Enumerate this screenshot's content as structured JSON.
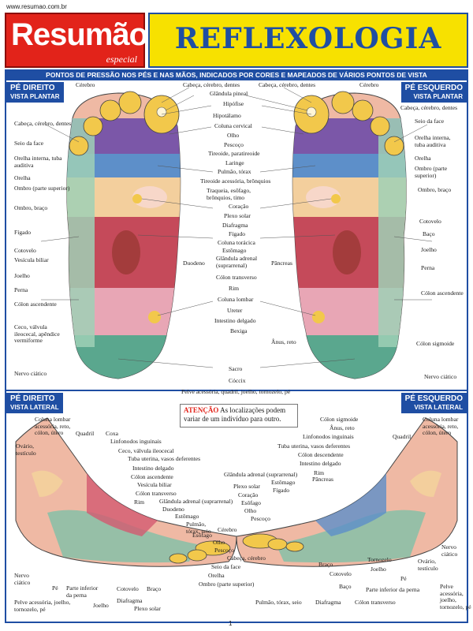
{
  "site_url": "www.resumao.com.br",
  "brand": {
    "name": "Resumão",
    "edition": "especial"
  },
  "title": "REFLEXOLOGIA",
  "subtitle": "PONTOS DE PRESSÃO NOS PÉS E NAS MÃOS, INDICADOS POR CORES E MAPEADOS DE VÁRIOS PONTOS DE VISTA",
  "views": {
    "right_plantar": {
      "side": "PÉ DIREITO",
      "view": "VISTA PLANTAR"
    },
    "left_plantar": {
      "side": "PÉ ESQUERDO",
      "view": "VISTA PLANTAR"
    },
    "right_lateral": {
      "side": "PÉ DIREITO",
      "view": "VISTA LATERAL"
    },
    "left_lateral": {
      "side": "PÉ ESQUERDO",
      "view": "VISTA LATERAL"
    }
  },
  "attention": {
    "label": "ATENÇÃO",
    "text": "As localizações podem variar de um indivíduo para outro."
  },
  "page_number": "1",
  "labels": {
    "plantar_right_side": [
      "Cérebro",
      "Cabeça, cérebro, dentes",
      "Seio da face",
      "Orelha interna, tuba auditiva",
      "Orelha",
      "Ombro (parte superior)",
      "Ombro, braço",
      "Fígado",
      "Cotovelo",
      "Vesícula biliar",
      "Joelho",
      "Perna",
      "Cólon ascendente",
      "Ceco, válvula ileocecal, apêndice vermiforme",
      "Nervo ciático"
    ],
    "plantar_center": [
      "Cabeça, cérebro, dentes",
      "Glândula pineal",
      "Hipófise",
      "Hipotálamo",
      "Coluna cervical",
      "Olho",
      "Pescoço",
      "Tireoide, paratireoide",
      "Laringe",
      "Pulmão, tórax",
      "Tireoide acessória, brônquios",
      "Traqueia, esôfago, brônquios, timo",
      "Coração",
      "Plexo solar",
      "Diafragma",
      "Fígado",
      "Coluna torácica",
      "Estômago",
      "Glândula adrenal (suprarrenal)",
      "Duodeno",
      "Pâncreas",
      "Cólon transverso",
      "Rim",
      "Coluna lombar",
      "Ureter",
      "Intestino delgado",
      "Bexiga",
      "Ânus, reto",
      "Sacro",
      "Cóccix",
      "Pelve acessória, quadril, joelho, tornozelo, pé"
    ],
    "plantar_left_side": [
      "Cabeça, cérebro, dentes",
      "Cérebro",
      "Cabeça, cérebro, dentes",
      "Seio da face",
      "Orelha interna, tuba auditiva",
      "Orelha",
      "Ombro (parte superior)",
      "Ombro, braço",
      "Cotovelo",
      "Baço",
      "Joelho",
      "Perna",
      "Cólon ascendente",
      "Cólon sigmoide",
      "Nervo ciático"
    ],
    "lateral_right": [
      "Coluna lombar acessória, reto, cólon, útero",
      "Quadril",
      "Coxa",
      "Ovário, testículo",
      "Linfonodos inguinais",
      "Ceco, válvula ileocecal",
      "Tuba uterina, vasos deferentes",
      "Intestino delgado",
      "Cólon ascendente",
      "Vesícula biliar",
      "Cólon transverso",
      "Rim",
      "Glândula adrenal (suprarrenal)",
      "Duodeno",
      "Estômago",
      "Pulmão, tórax, seio",
      "Cérebro",
      "Esôfago",
      "Olho",
      "Pescoço",
      "Cabeça, cérebro",
      "Seio da face",
      "Orelha",
      "Ombro (parte superior)",
      "Nervo ciático",
      "Pé",
      "Parte inferior da perna",
      "Cotovelo",
      "Braço",
      "Pelve acessória, joelho, tornozelo, pé",
      "Joelho",
      "Diafragma",
      "Plexo solar"
    ],
    "lateral_left": [
      "Cólon sigmoide",
      "Ânus, reto",
      "Linfonodos inguinais",
      "Tuba uterina, vasos deferentes",
      "Cólon descendente",
      "Intestino delgado",
      "Glândula adrenal (suprarrenal)",
      "Estômago",
      "Fígado",
      "Rim",
      "Pâncreas",
      "Plexo solar",
      "Coração",
      "Esôfago",
      "Olho",
      "Pescoço",
      "Coluna lombar acessória, reto, cólon, útero",
      "Quadril",
      "Nervo ciático",
      "Braço",
      "Tornozelo",
      "Ovário, testículo",
      "Cotovelo",
      "Joelho",
      "Baço",
      "Pé",
      "Parte inferior da perna",
      "Pelve acessória, joelho, tornozelo, pé",
      "Diafragma",
      "Cólon transverso",
      "Pulmão, tórax, seio"
    ]
  },
  "colors": {
    "brand_red": "#e2231a",
    "title_yellow": "#f7e100",
    "frame_blue": "#1f4ea3"
  }
}
